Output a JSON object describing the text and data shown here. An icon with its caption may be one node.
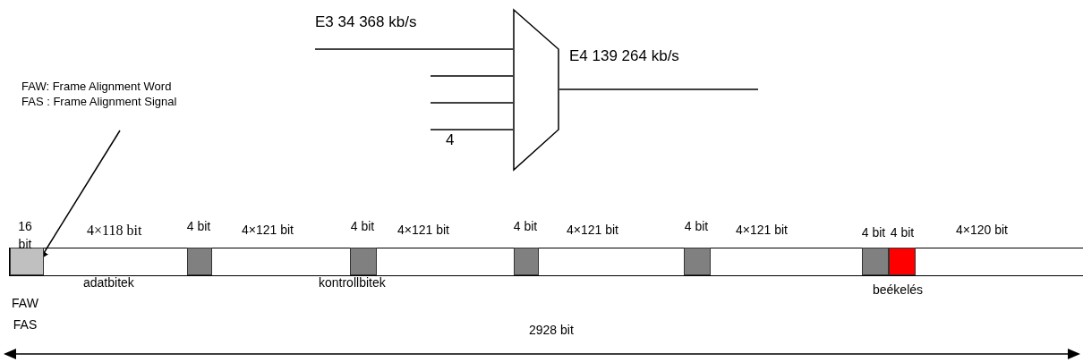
{
  "diagram": {
    "nodes": [
      {
        "text": [],
        "shape": "trapezoid"
      },
      {
        "text": [
          "FAW: Frame Alignment Word",
          "FAS : Frame Alignment Signal"
        ]
      },
      {
        "text": [],
        "shape": "bar"
      },
      {
        "text": [],
        "shape": "box",
        "in": 2,
        "beside": [
          "16 bit",
          "FAW FAS"
        ]
      },
      {
        "text": [],
        "shape": "box",
        "in": 2,
        "beside": [
          "4 bit"
        ]
      },
      {
        "text": [],
        "shape": "box",
        "in": 2,
        "beside": [
          "4 bit"
        ]
      },
      {
        "text": [],
        "shape": "box",
        "in": 2,
        "beside": [
          "4 bit"
        ]
      },
      {
        "text": [],
        "shape": "box",
        "in": 2,
        "beside": [
          "4 bit"
        ]
      },
      {
        "text": [],
        "shape": "box",
        "in": 2,
        "beside": [
          "4 bit"
        ]
      },
      {
        "text": [],
        "shape": "box",
        "in": 2,
        "beside": [
          "4 bit"
        ]
      }
    ],
    "edges": [
      {
        "from": null,
        "to": 0,
        "arrow": "none"
      },
      {
        "from": null,
        "to": 0,
        "arrow": "none"
      },
      {
        "from": null,
        "to": 0,
        "arrow": "none"
      },
      {
        "from": null,
        "to": 0,
        "arrow": "none"
      },
      {
        "from": 0,
        "to": null,
        "arrow": "none"
      },
      {
        "from": 1,
        "to": 3,
        "arrow": "to"
      }
    ],
    "labels": [
      "E3 34 368 kb/s",
      "E4 139 264 kb/s",
      "4",
      "4×118 bit",
      "4×121 bit",
      "4×121 bit",
      "4×121 bit",
      "4×121 bit",
      "4×120 bit",
      "adatbitek",
      "kontrollbitek",
      "beékelés",
      "2928 bit"
    ]
  }
}
